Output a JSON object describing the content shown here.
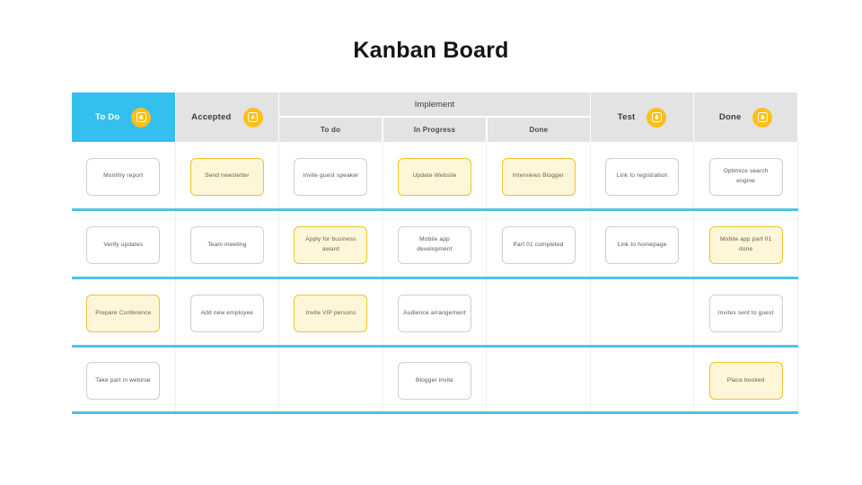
{
  "page": {
    "title": "Kanban Board"
  },
  "colors": {
    "accent_blue": "#34c0ef",
    "rule_blue": "#4ec3e8",
    "badge_yellow": "#fcc016",
    "card_yellow_border": "#eec42b",
    "card_yellow_fill": "#fdf6d9",
    "header_gray": "#e3e3e3"
  },
  "board": {
    "columns": [
      {
        "id": "todo",
        "label": "To Do",
        "accent": true,
        "has_add": true,
        "grouped": false
      },
      {
        "id": "accepted",
        "label": "Accepted",
        "accent": false,
        "has_add": true,
        "grouped": false
      },
      {
        "id": "implement",
        "label": "Implement",
        "accent": false,
        "has_add": false,
        "grouped": true,
        "sub_columns": [
          {
            "id": "impl-todo",
            "label": "To do"
          },
          {
            "id": "impl-progress",
            "label": "In Progress"
          },
          {
            "id": "impl-done",
            "label": "Done"
          }
        ]
      },
      {
        "id": "test",
        "label": "Test",
        "accent": false,
        "has_add": true,
        "grouped": false
      },
      {
        "id": "done",
        "label": "Done",
        "accent": false,
        "has_add": true,
        "grouped": false
      }
    ],
    "add_icon": "plus-in-square-icon",
    "rows": [
      {
        "index": 1,
        "cards": [
          {
            "column": "todo",
            "text": "Monthly report",
            "style": "white",
            "empty": false
          },
          {
            "column": "accepted",
            "text": "Send newsletter",
            "style": "yellow",
            "empty": false
          },
          {
            "column": "impl-todo",
            "text": "Invite guest speaker",
            "style": "white",
            "empty": false
          },
          {
            "column": "impl-progress",
            "text": "Update Website",
            "style": "yellow",
            "empty": false
          },
          {
            "column": "impl-done",
            "text": "Interviews Blogger",
            "style": "yellow",
            "empty": false
          },
          {
            "column": "test",
            "text": "Link to registration",
            "style": "white",
            "empty": false
          },
          {
            "column": "done",
            "text": "Optimize search engine",
            "style": "white",
            "empty": false
          }
        ]
      },
      {
        "index": 2,
        "cards": [
          {
            "column": "todo",
            "text": "Verify updates",
            "style": "white",
            "empty": false
          },
          {
            "column": "accepted",
            "text": "Team meeting",
            "style": "white",
            "empty": false
          },
          {
            "column": "impl-todo",
            "text": "Apply for business award",
            "style": "yellow",
            "empty": false
          },
          {
            "column": "impl-progress",
            "text": "Mobile app development",
            "style": "white",
            "empty": false
          },
          {
            "column": "impl-done",
            "text": "Part 01 completed",
            "style": "white",
            "empty": false
          },
          {
            "column": "test",
            "text": "Link to homepage",
            "style": "white",
            "empty": false
          },
          {
            "column": "done",
            "text": "Mobile app part 01 done",
            "style": "yellow",
            "empty": false
          }
        ]
      },
      {
        "index": 3,
        "cards": [
          {
            "column": "todo",
            "text": "Prepare Conference",
            "style": "yellow",
            "empty": false
          },
          {
            "column": "accepted",
            "text": "Add new employee",
            "style": "white",
            "empty": false
          },
          {
            "column": "impl-todo",
            "text": "Invite VIP persons",
            "style": "yellow",
            "empty": false
          },
          {
            "column": "impl-progress",
            "text": "Audience arrangement",
            "style": "white",
            "empty": false
          },
          {
            "column": "impl-done",
            "text": "",
            "style": "white",
            "empty": true
          },
          {
            "column": "test",
            "text": "",
            "style": "white",
            "empty": true
          },
          {
            "column": "done",
            "text": "Invites sent to guest",
            "style": "white",
            "empty": false
          }
        ]
      },
      {
        "index": 4,
        "cards": [
          {
            "column": "todo",
            "text": "Take part in webinar",
            "style": "white",
            "empty": false
          },
          {
            "column": "accepted",
            "text": "",
            "style": "white",
            "empty": true
          },
          {
            "column": "impl-todo",
            "text": "",
            "style": "white",
            "empty": true
          },
          {
            "column": "impl-progress",
            "text": "Blogger invite",
            "style": "white",
            "empty": false
          },
          {
            "column": "impl-done",
            "text": "",
            "style": "white",
            "empty": true
          },
          {
            "column": "test",
            "text": "",
            "style": "white",
            "empty": true
          },
          {
            "column": "done",
            "text": "Place booked",
            "style": "yellow",
            "empty": false
          }
        ]
      }
    ]
  }
}
